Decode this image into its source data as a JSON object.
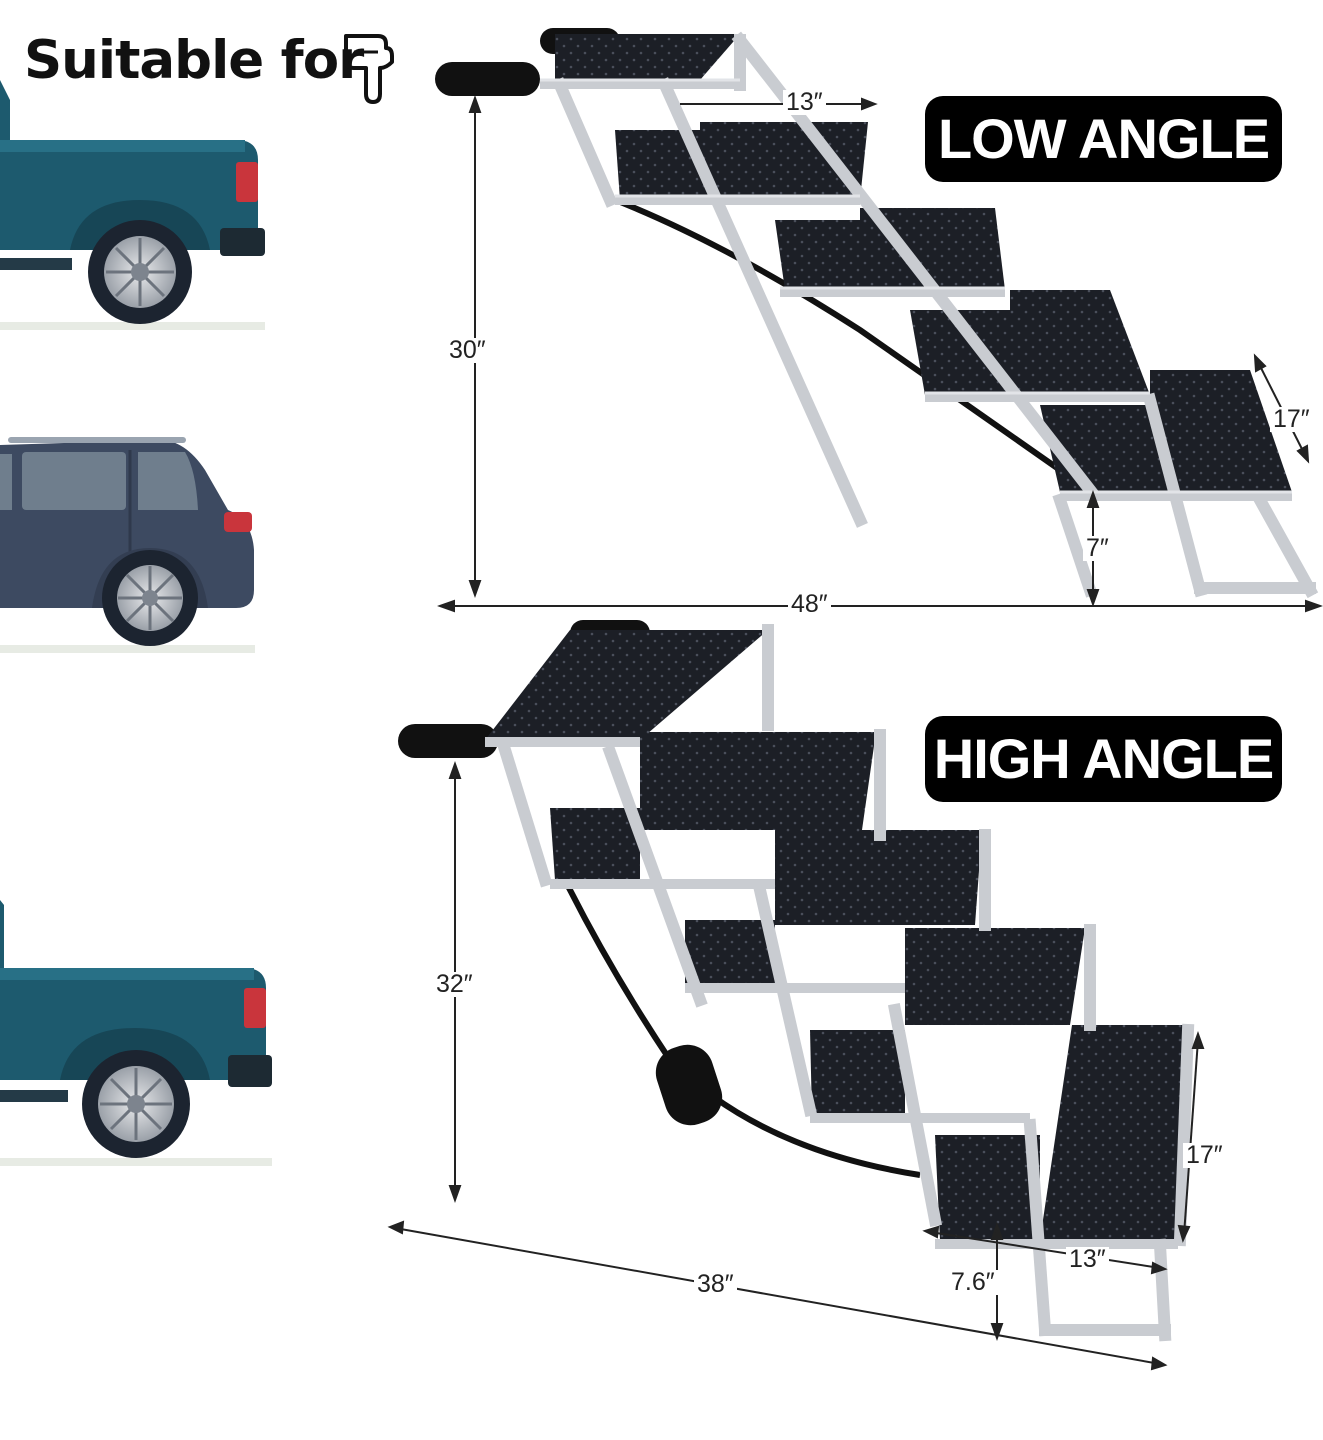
{
  "heading": {
    "text": "Suitable for"
  },
  "icons": {
    "hand": "pointing-down-hand-icon"
  },
  "low_angle": {
    "label": "LOW ANGLE",
    "dims": {
      "step_depth": "13″",
      "height": "30″",
      "width": "17″",
      "rise": "7″",
      "length": "48″"
    }
  },
  "high_angle": {
    "label": "HIGH ANGLE",
    "dims": {
      "height": "32″",
      "width": "17″",
      "step_depth": "13″",
      "rise": "7.6″",
      "length": "38″"
    }
  },
  "colors": {
    "truck": "#1d5a6e",
    "suv": "#3d4a61",
    "tread": "#1c1f26",
    "frame": "#c9ccd1",
    "taillight": "#c9353c"
  }
}
